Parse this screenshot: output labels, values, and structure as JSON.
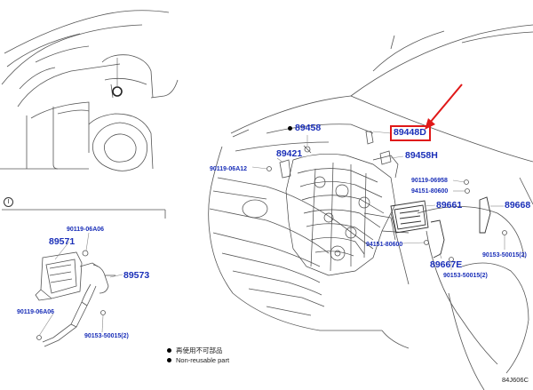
{
  "parts": {
    "p89448D": "89448D",
    "p89458": "89458",
    "p89458H": "89458H",
    "p89421": "89421",
    "p90119_06A12": "90119-06A12",
    "p90119_06958": "90119-06958",
    "p94151_80600_top": "94151-80600",
    "p89661": "89661",
    "p89668": "89668",
    "p94151_80600_mid": "94151-80600",
    "p89667E": "89667E",
    "p90153_50015_right": "90153-50015(2)",
    "p90153_50015_mid": "90153-50015(2)",
    "p90119_06A06_top": "90119-06A06",
    "p89571": "89571",
    "p89573": "89573",
    "p90119_06A06_bot": "90119-06A06",
    "p90153_50015_left": "90153-50015(2)"
  },
  "inset_marker": "I",
  "legend": {
    "line1": "再使用不可部品",
    "line2": "Non-reusable part"
  },
  "figure_code": "84J606C",
  "colors": {
    "part_number": "#1a2fb8",
    "highlight": "#e01818",
    "line": "#555555"
  }
}
